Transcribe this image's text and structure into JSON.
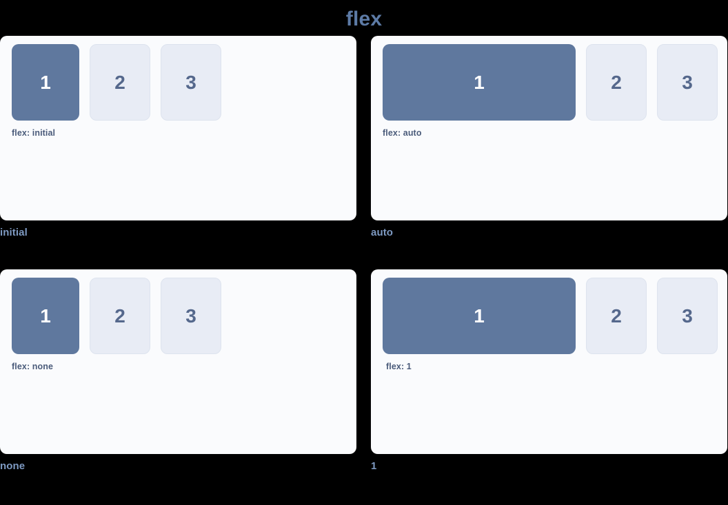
{
  "title": "flex",
  "demos": [
    {
      "caption": "initial",
      "label": "flex: initial",
      "grow": false,
      "boxes": [
        "1",
        "2",
        "3"
      ]
    },
    {
      "caption": "auto",
      "label": "flex: auto",
      "grow": true,
      "boxes": [
        "1",
        "2",
        "3"
      ]
    },
    {
      "caption": "none",
      "label": "flex: none",
      "grow": false,
      "boxes": [
        "1",
        "2",
        "3"
      ]
    },
    {
      "caption": "1",
      "label": "flex: 1",
      "grow": true,
      "boxes": [
        "1",
        "2",
        "3"
      ]
    }
  ],
  "colors": {
    "background": "#000000",
    "title": "#5d7ba6",
    "card": "#fafbfd",
    "box_primary": "#5f789e",
    "box_primary_text": "#ffffff",
    "box_plain": "#e8ecf5",
    "box_plain_border": "#dde3ee",
    "box_plain_text": "#55688c",
    "label": "#4a5b7a",
    "caption": "#7e9ac2"
  }
}
